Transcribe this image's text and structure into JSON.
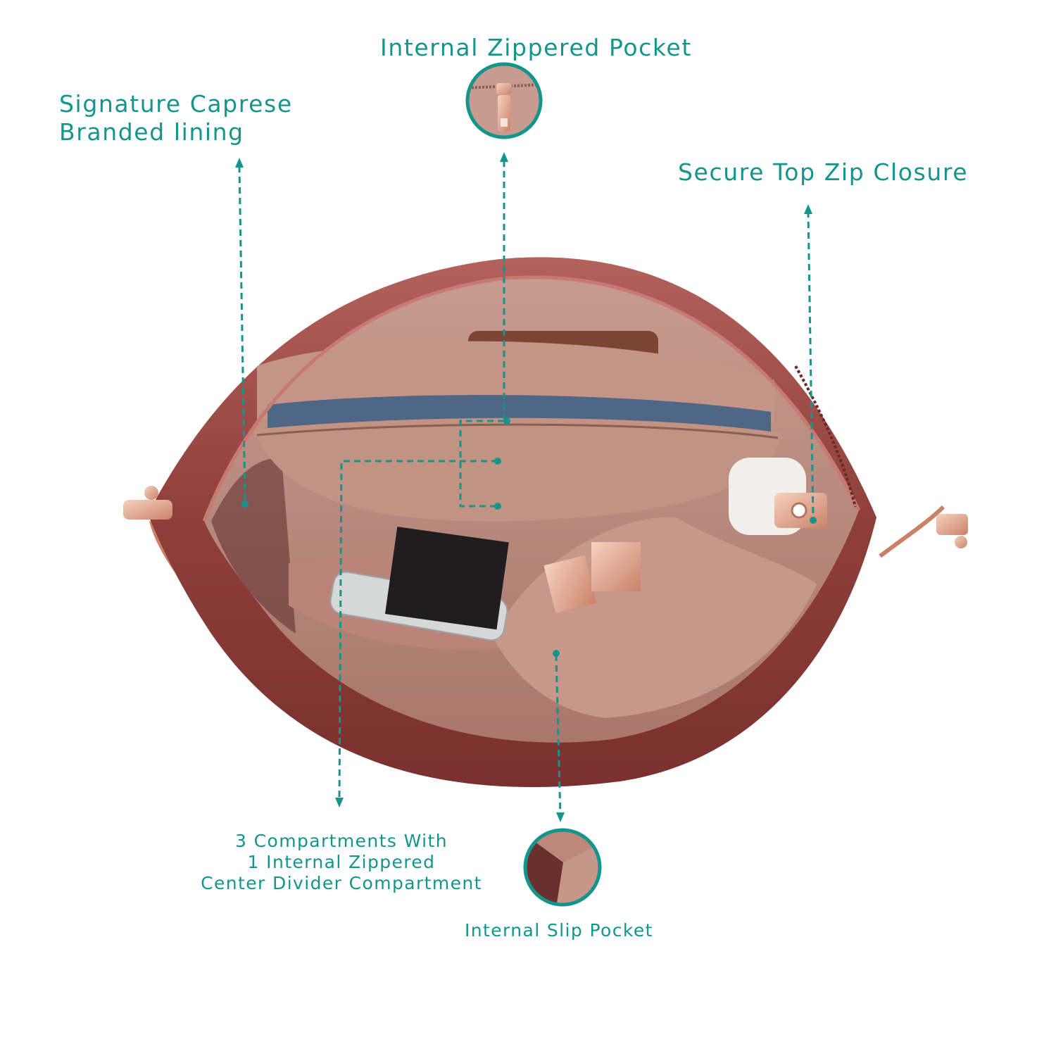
{
  "callouts": {
    "internal_zippered_pocket": "Internal Zippered Pocket",
    "signature_lining": [
      "Signature Caprese",
      "Branded lining"
    ],
    "secure_top_zip": "Secure Top Zip Closure",
    "compartments": [
      "3 Compartments With",
      "1 Internal Zippered",
      "Center Divider Compartment"
    ],
    "internal_slip_pocket": "Internal Slip Pocket"
  },
  "colors": {
    "accent": "#14958c",
    "bag_exterior": "#9c4a44",
    "bag_lining": "#b88b7f",
    "hardware": "#e2a58b"
  },
  "icons": [
    "zipper-pull-icon",
    "slip-pocket-icon"
  ]
}
